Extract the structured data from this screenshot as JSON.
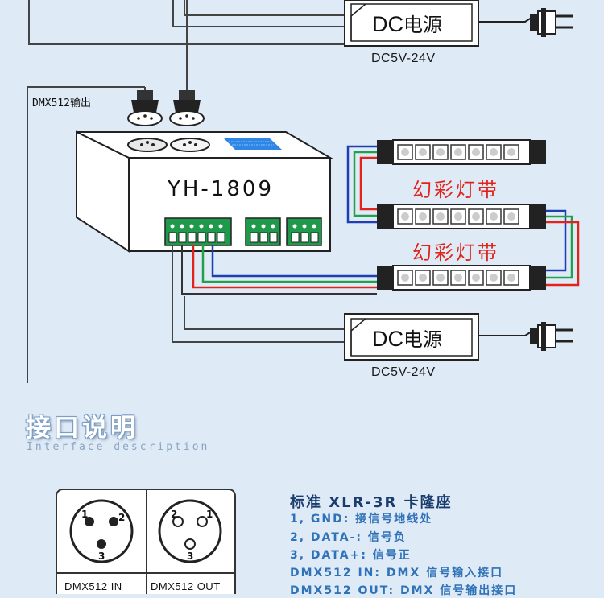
{
  "diagram": {
    "dc_supply_top": {
      "brand": "DC",
      "name": "电源",
      "voltage": "DC5V-24V"
    },
    "dc_supply_bottom": {
      "brand": "DC",
      "name": "电源",
      "voltage": "DC5V-24V"
    },
    "dmx_output_label": "DMX512输出",
    "controller_model": "YH-1809",
    "strip_label_1": "幻彩灯带",
    "strip_label_2": "幻彩灯带"
  },
  "interface_section": {
    "title": "接口说明",
    "subtitle": "Interface description"
  },
  "xlr": {
    "title": "标准 XLR-3R 卡隆座",
    "items": [
      "1, GND: 接信号地线处",
      "2, DATA-: 信号负",
      "3, DATA+: 信号正",
      "DMX512 IN: DMX 信号输入接口",
      "DMX512 OUT: DMX 信号输出接口"
    ],
    "port_in_label": "DMX512 IN",
    "port_out_label": "DMX512 OUT",
    "pin_labels": [
      "1",
      "2",
      "3"
    ]
  },
  "colors": {
    "background": "#dfeaf7",
    "terminal_green": "#1f9a4a",
    "wire_red": "#e2231a",
    "wire_green": "#22a04a",
    "wire_blue": "#1f3fb0",
    "label_red": "#e2231a",
    "title_blue": "#1a3d6e",
    "item_blue": "#2f72b8"
  }
}
